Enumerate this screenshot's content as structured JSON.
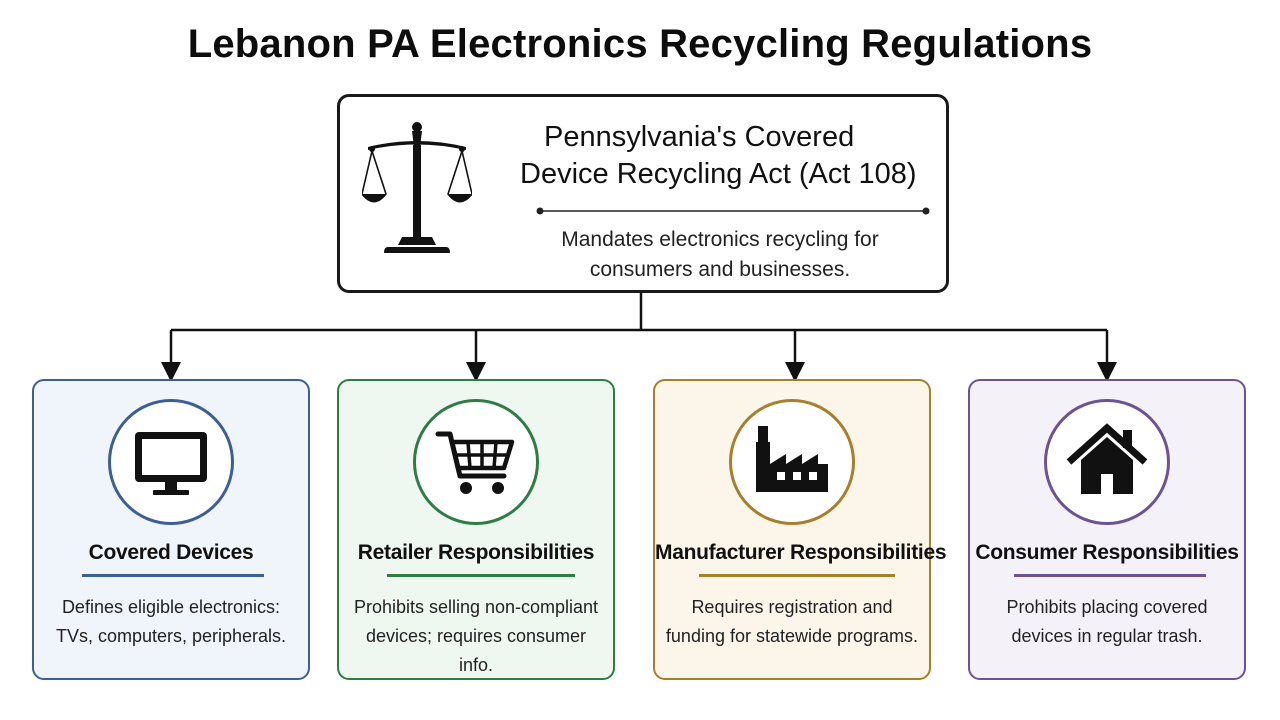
{
  "title": "Lebanon PA Electronics Recycling Regulations",
  "act": {
    "title_line1": "Pennsylvania's Covered",
    "title_line2": "Device Recycling Act (Act 108)",
    "description": "Mandates electronics recycling for consumers and businesses.",
    "icon": "scales-of-justice-icon"
  },
  "cards": [
    {
      "heading": "Covered Devices",
      "description": "Defines eligible electronics: TVs, computers, peripherals.",
      "icon": "monitor-icon",
      "accent": "#3b5f96",
      "background": "#f0f4fb"
    },
    {
      "heading": "Retailer Responsibilities",
      "description": "Prohibits selling non-compliant devices; requires consumer info.",
      "icon": "shopping-cart-icon",
      "accent": "#2e7d45",
      "background": "#eff7f1"
    },
    {
      "heading": "Manufacturer Responsibilities",
      "description": "Requires registration and funding for statewide programs.",
      "icon": "factory-icon",
      "accent": "#a87f2a",
      "background": "#fcf6ea"
    },
    {
      "heading": "Consumer Responsibilities",
      "description": "Prohibits placing covered devices in regular trash.",
      "icon": "house-icon",
      "accent": "#6b5394",
      "background": "#f4f1f9"
    }
  ]
}
